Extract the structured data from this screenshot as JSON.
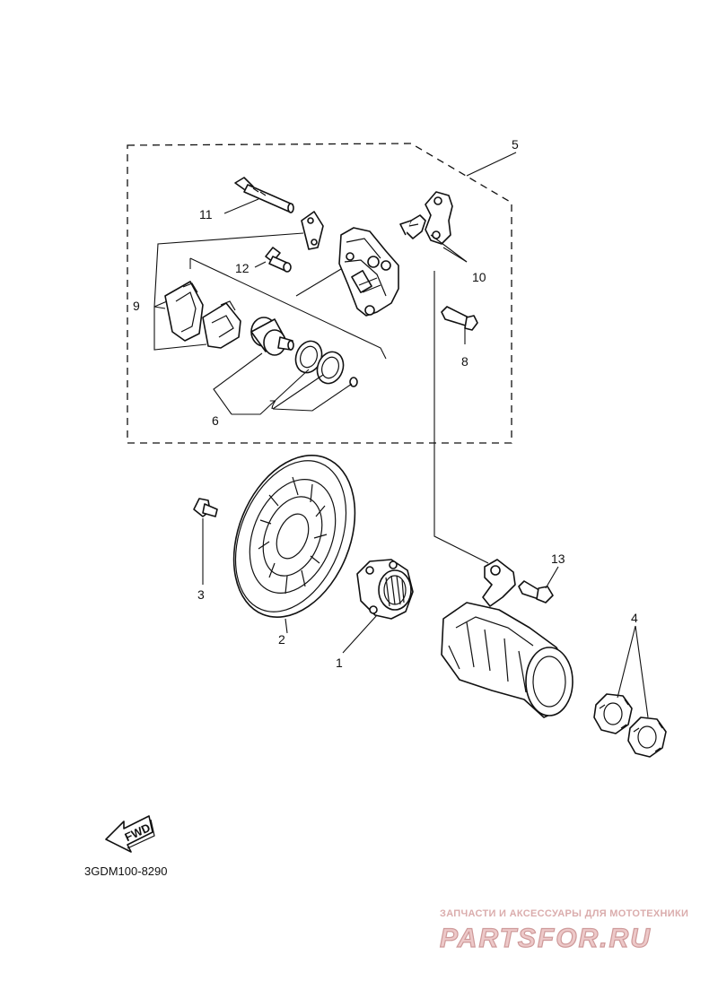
{
  "diagram": {
    "callouts": [
      {
        "id": "1",
        "text": "1"
      },
      {
        "id": "2",
        "text": "2"
      },
      {
        "id": "3",
        "text": "3"
      },
      {
        "id": "4",
        "text": "4"
      },
      {
        "id": "5",
        "text": "5"
      },
      {
        "id": "6",
        "text": "6"
      },
      {
        "id": "7",
        "text": "7"
      },
      {
        "id": "8",
        "text": "8"
      },
      {
        "id": "9",
        "text": "9"
      },
      {
        "id": "10",
        "text": "10"
      },
      {
        "id": "11",
        "text": "11"
      },
      {
        "id": "12",
        "text": "12"
      },
      {
        "id": "13",
        "text": "13"
      }
    ],
    "fwd_label": "FWD",
    "drawing_code": "3GDM100-8290"
  },
  "watermark": {
    "tagline": "ЗАПЧАСТИ И АКСЕССУАРЫ ДЛЯ МОТОТЕХНИКИ",
    "brand": "PARTSFOR.RU"
  }
}
